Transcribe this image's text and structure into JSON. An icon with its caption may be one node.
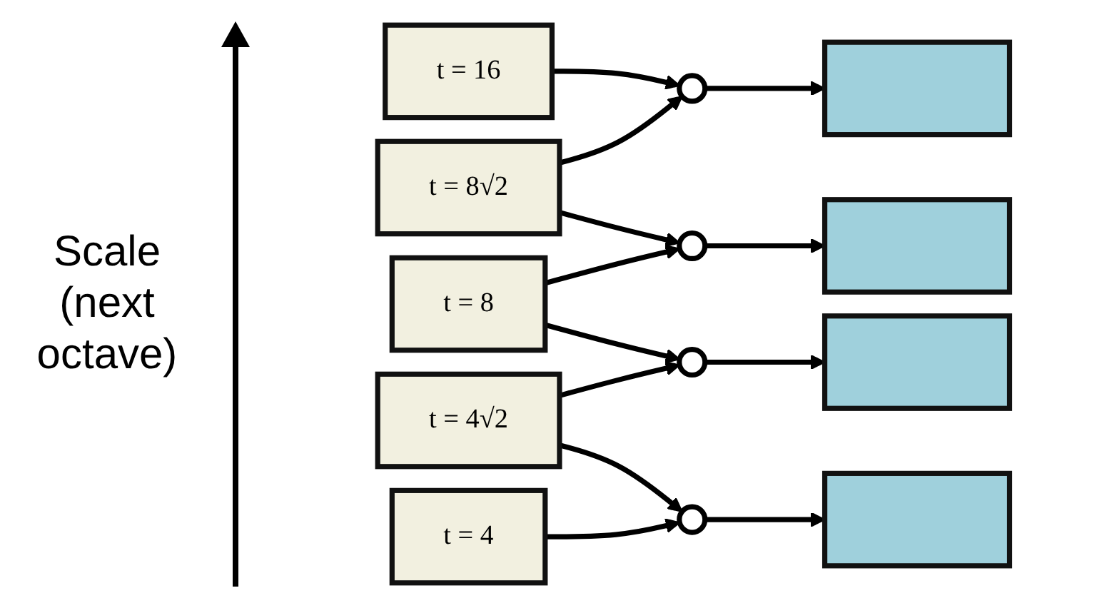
{
  "diagram": {
    "nodes": [
      {
        "text": [
          "t = 16"
        ]
      },
      {
        "text": [
          "t = 8√2"
        ]
      },
      {
        "text": [
          "t = 8"
        ]
      },
      {
        "text": [
          "t = 4√2"
        ]
      },
      {
        "text": [
          "t = 4"
        ]
      },
      {
        "text": [],
        "shape": "circle"
      },
      {
        "text": [],
        "shape": "circle"
      },
      {
        "text": [],
        "shape": "circle"
      },
      {
        "text": [],
        "shape": "circle"
      },
      {
        "text": [],
        "shape": "box"
      },
      {
        "text": [],
        "shape": "box"
      },
      {
        "text": [],
        "shape": "box"
      },
      {
        "text": [],
        "shape": "box"
      }
    ],
    "edges": [
      {
        "from": 0,
        "to": 5,
        "arrow": "to"
      },
      {
        "from": 1,
        "to": 5,
        "arrow": "to"
      },
      {
        "from": 1,
        "to": 6,
        "arrow": "to"
      },
      {
        "from": 2,
        "to": 6,
        "arrow": "to"
      },
      {
        "from": 2,
        "to": 7,
        "arrow": "to"
      },
      {
        "from": 3,
        "to": 7,
        "arrow": "to"
      },
      {
        "from": 3,
        "to": 8,
        "arrow": "to"
      },
      {
        "from": 4,
        "to": 8,
        "arrow": "to"
      },
      {
        "from": 5,
        "to": 9,
        "arrow": "to"
      },
      {
        "from": 6,
        "to": 10,
        "arrow": "to"
      },
      {
        "from": 7,
        "to": 11,
        "arrow": "to"
      },
      {
        "from": 8,
        "to": 12,
        "arrow": "to"
      }
    ],
    "labels": [
      "Scale (next octave)"
    ]
  }
}
